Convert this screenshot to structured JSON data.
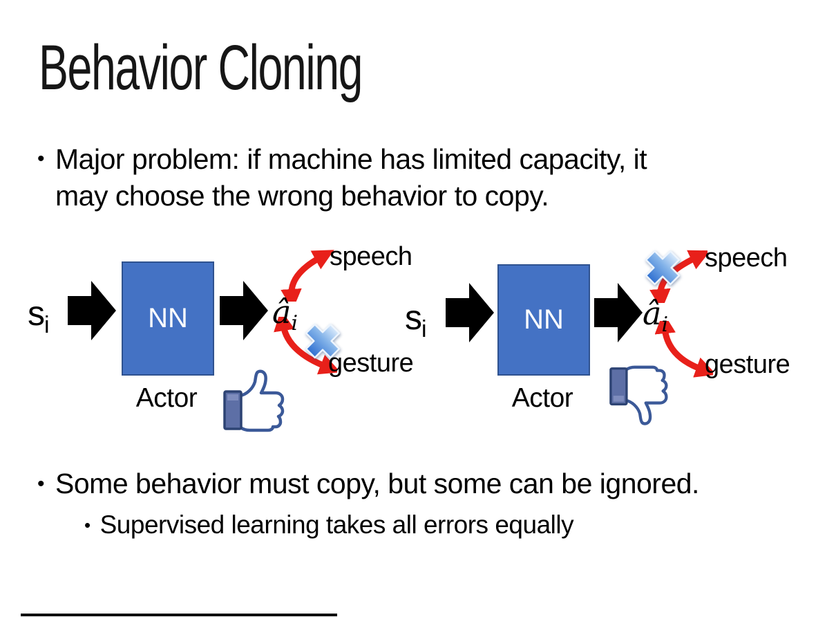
{
  "slide": {
    "title": "Behavior Cloning",
    "bullets": {
      "marker": "•",
      "main1_line1": "Major problem: if machine has limited capacity, it",
      "main1_line2": "may choose the wrong behavior to copy.",
      "main2": "Some behavior must copy, but some can be ignored.",
      "sub2": "Supervised learning takes all errors equally"
    }
  },
  "diagrams": {
    "left": {
      "input": "s",
      "input_sub": "i",
      "box": "NN",
      "output": "â",
      "output_sub": "i",
      "speech": "speech",
      "gesture": "gesture",
      "actor": "Actor",
      "rejected_branch": "gesture",
      "feedback_icon": "thumbs-up-icon"
    },
    "right": {
      "input": "s",
      "input_sub": "i",
      "box": "NN",
      "output": "â",
      "output_sub": "i",
      "speech": "speech",
      "gesture": "gesture",
      "actor": "Actor",
      "rejected_branch": "speech",
      "feedback_icon": "thumbs-down-icon"
    }
  },
  "colors": {
    "nn_box_fill": "#4472c4",
    "nn_box_border": "#2f528f",
    "nn_text": "#ffffff",
    "flow_arrow": "#000000",
    "branch_arrow_red": "#e8201a",
    "cross_blue_light": "#d9e9fb",
    "cross_blue_dark": "#2f6fd0",
    "thumb_outline": "#3b5998",
    "thumb_cuff": "#5d6fa6",
    "text": "#000000"
  }
}
